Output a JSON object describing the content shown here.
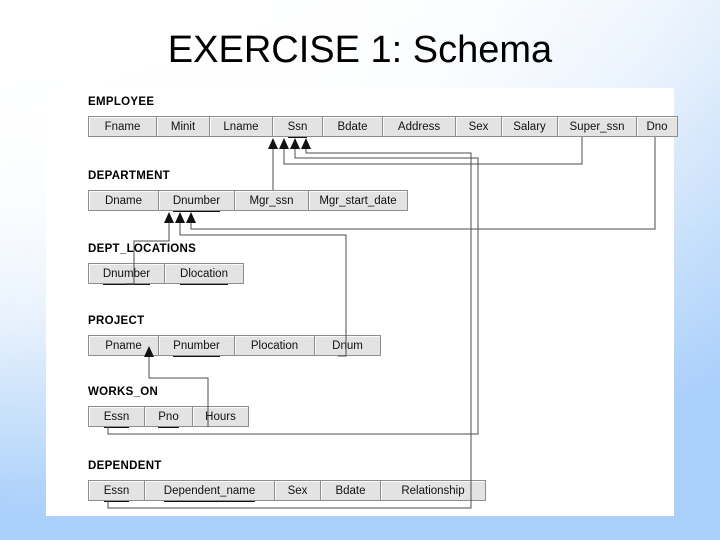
{
  "slide": {
    "title": "EXERCISE 1: Schema",
    "background_top": "#ffffff",
    "background_bottom": "#a9cffb",
    "panel_background": "#ffffff"
  },
  "schema": {
    "tables": [
      {
        "name": "EMPLOYEE",
        "columns": [
          {
            "label": "Fname",
            "key": false
          },
          {
            "label": "Minit",
            "key": false
          },
          {
            "label": "Lname",
            "key": false
          },
          {
            "label": "Ssn",
            "key": true
          },
          {
            "label": "Bdate",
            "key": false
          },
          {
            "label": "Address",
            "key": false
          },
          {
            "label": "Sex",
            "key": false
          },
          {
            "label": "Salary",
            "key": false
          },
          {
            "label": "Super_ssn",
            "key": false
          },
          {
            "label": "Dno",
            "key": false
          }
        ]
      },
      {
        "name": "DEPARTMENT",
        "columns": [
          {
            "label": "Dname",
            "key": false
          },
          {
            "label": "Dnumber",
            "key": true
          },
          {
            "label": "Mgr_ssn",
            "key": false
          },
          {
            "label": "Mgr_start_date",
            "key": false
          }
        ]
      },
      {
        "name": "DEPT_LOCATIONS",
        "columns": [
          {
            "label": "Dnumber",
            "key": true
          },
          {
            "label": "Dlocation",
            "key": true
          }
        ]
      },
      {
        "name": "PROJECT",
        "columns": [
          {
            "label": "Pname",
            "key": false
          },
          {
            "label": "Pnumber",
            "key": true
          },
          {
            "label": "Plocation",
            "key": false
          },
          {
            "label": "Dnum",
            "key": false
          }
        ]
      },
      {
        "name": "WORKS_ON",
        "columns": [
          {
            "label": "Essn",
            "key": true
          },
          {
            "label": "Pno",
            "key": true
          },
          {
            "label": "Hours",
            "key": false
          }
        ]
      },
      {
        "name": "DEPENDENT",
        "columns": [
          {
            "label": "Essn",
            "key": true
          },
          {
            "label": "Dependent_name",
            "key": true
          },
          {
            "label": "Sex",
            "key": false
          },
          {
            "label": "Bdate",
            "key": false
          },
          {
            "label": "Relationship",
            "key": false
          }
        ]
      }
    ]
  }
}
